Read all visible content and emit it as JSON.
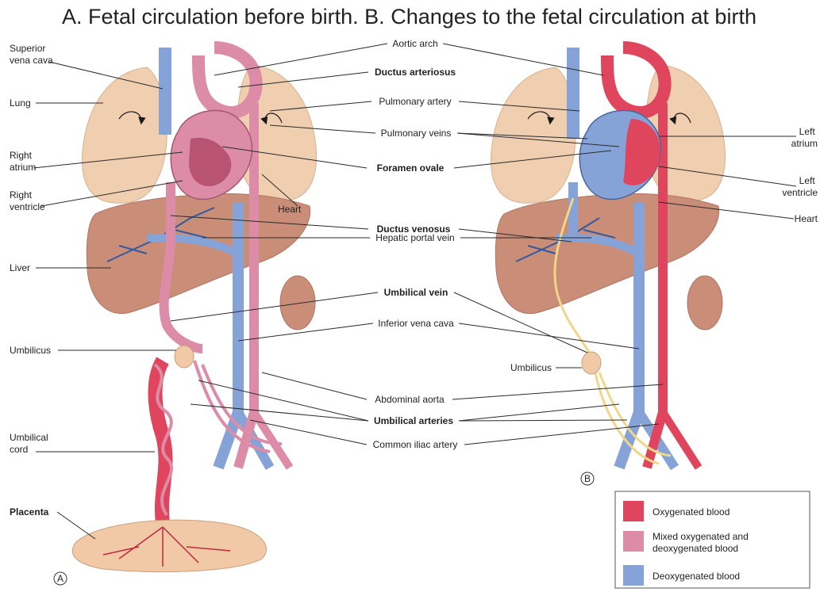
{
  "title": "A. Fetal circulation before birth. B. Changes to the fetal circulation at birth",
  "panel_markers": {
    "a": "A",
    "b": "B"
  },
  "labels_left": {
    "superior_vena_cava": [
      "Superior",
      "vena cava"
    ],
    "lung": "Lung",
    "right_atrium": [
      "Right",
      "atrium"
    ],
    "right_ventricle": [
      "Right",
      "ventricle"
    ],
    "liver": "Liver",
    "umbilicus": "Umbilicus",
    "umbilical_cord": [
      "Umbilical",
      "cord"
    ],
    "placenta": "Placenta",
    "heart": "Heart"
  },
  "labels_center": {
    "aortic_arch": "Aortic arch",
    "ductus_arteriosus": "Ductus arteriosus",
    "pulmonary_artery": "Pulmonary artery",
    "pulmonary_veins": "Pulmonary veins",
    "foramen_ovale": "Foramen ovale",
    "ductus_venosus": "Ductus venosus",
    "hepatic_portal_vein": "Hepatic portal vein",
    "umbilical_vein": "Umbilical vein",
    "inferior_vena_cava": "Inferior vena cava",
    "abdominal_aorta": "Abdominal aorta",
    "umbilical_arteries": "Umbilical arteries",
    "common_iliac_artery": "Common iliac artery"
  },
  "labels_right": {
    "left_atrium": [
      "Left",
      "atrium"
    ],
    "left_ventricle": [
      "Left",
      "ventricle"
    ],
    "heart": "Heart",
    "umbilicus": "Umbilicus"
  },
  "legend": [
    {
      "label": [
        "Oxygenated blood"
      ],
      "color": "#e0455e"
    },
    {
      "label": [
        "Mixed oxygenated and",
        "deoxygenated blood"
      ],
      "color": "#dc8ca6"
    },
    {
      "label": [
        "Deoxygenated blood"
      ],
      "color": "#86a3d8"
    }
  ],
  "colors": {
    "oxygenated": "#e0455e",
    "mixed": "#dc8ca6",
    "deoxygenated": "#86a3d8",
    "lung": "#efcfb0",
    "liver": "#c98d78",
    "placenta": "#f2c9a6",
    "ligament": "#efd78a"
  }
}
